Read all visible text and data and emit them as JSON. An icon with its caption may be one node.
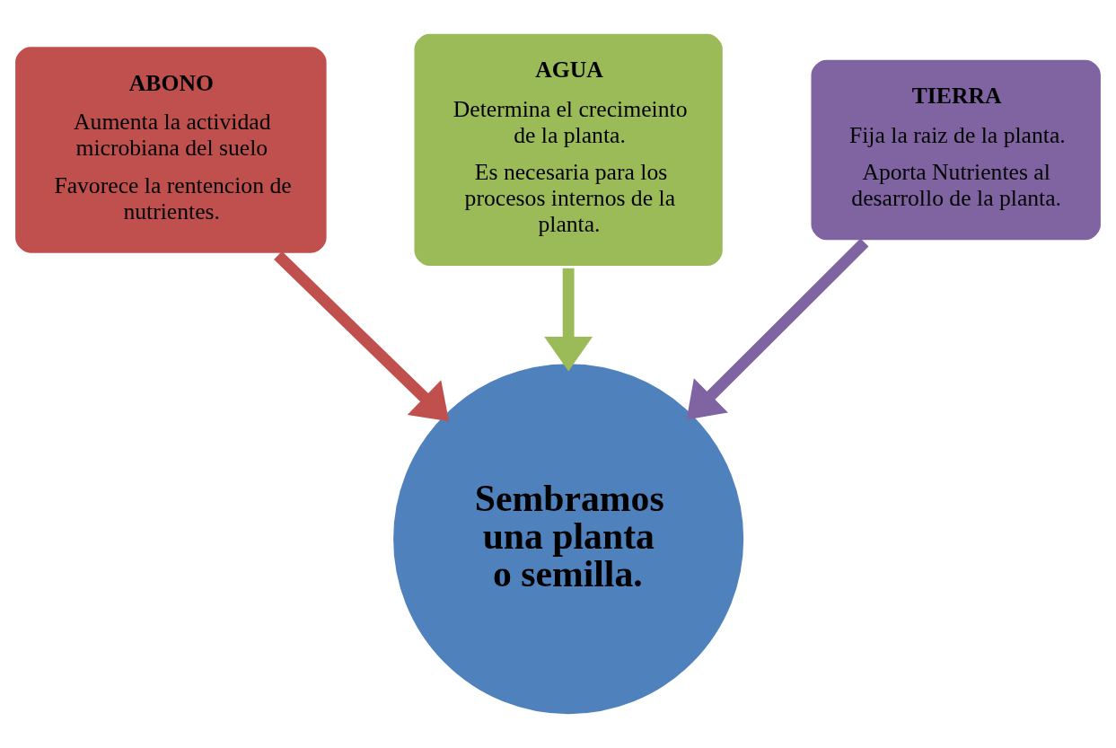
{
  "diagram": {
    "nodes": [
      {
        "text": [
          "ABONO",
          "Aumenta la actividad microbiana del suelo",
          "Favorece la rentencion de nutrientes."
        ]
      },
      {
        "text": [
          "AGUA",
          "Determina el crecimeinto de la planta.",
          "Es necesaria para los procesos internos de la planta."
        ]
      },
      {
        "text": [
          "TIERRA",
          "Fija la raiz de la planta.",
          "Aporta Nutrientes al desarrollo de la planta."
        ]
      },
      {
        "text": [
          "Sembramos una planta o semilla."
        ]
      }
    ],
    "edges": [
      {
        "from": 0,
        "to": 3,
        "arrow": "to",
        "color": "#c0504d"
      },
      {
        "from": 1,
        "to": 3,
        "arrow": "to",
        "color": "#9bbb59"
      },
      {
        "from": 2,
        "to": 3,
        "arrow": "to",
        "color": "#8064a2"
      }
    ]
  }
}
